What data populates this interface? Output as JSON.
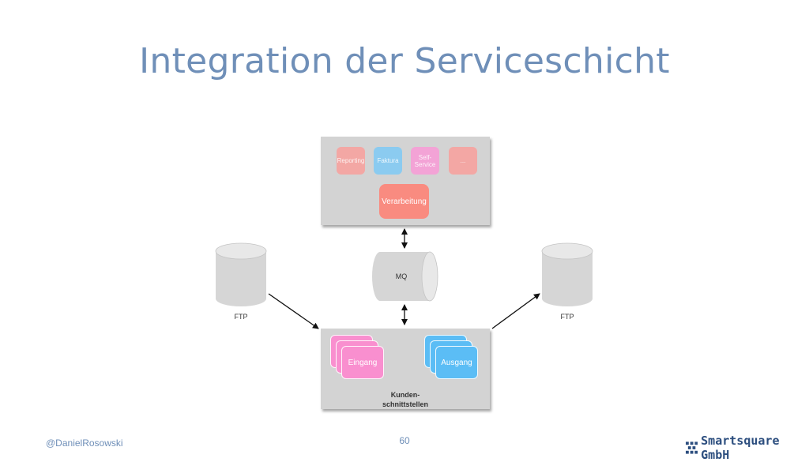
{
  "slide": {
    "title": "Integration der Serviceschicht",
    "author": "@DanielRosowski",
    "page_number": "60",
    "brand": "Smartsquare GmbH"
  },
  "diagram": {
    "services": [
      {
        "label": "Reporting",
        "color": "#f3a7a4"
      },
      {
        "label": "Faktura",
        "color": "#8bcbf0"
      },
      {
        "label": "Self-\nService",
        "color": "#f3a3d6"
      },
      {
        "label": "...",
        "color": "#f3a7a4"
      }
    ],
    "processing": {
      "label": "Verarbeitung",
      "color": "#f98b80"
    },
    "queue": {
      "label": "MQ"
    },
    "ftp_left": {
      "label": "FTP"
    },
    "ftp_right": {
      "label": "FTP"
    },
    "customer_box": {
      "label": "Kunden-\nschnittstellen",
      "inbound": {
        "label": "Eingang",
        "color": "#f98fcf"
      },
      "outbound": {
        "label": "Ausgang",
        "color": "#5bbdf5"
      }
    },
    "colors": {
      "box_bg": "#d3d3d3",
      "cylinder": "#d6d6d6",
      "title": "#6f8fb8"
    }
  }
}
